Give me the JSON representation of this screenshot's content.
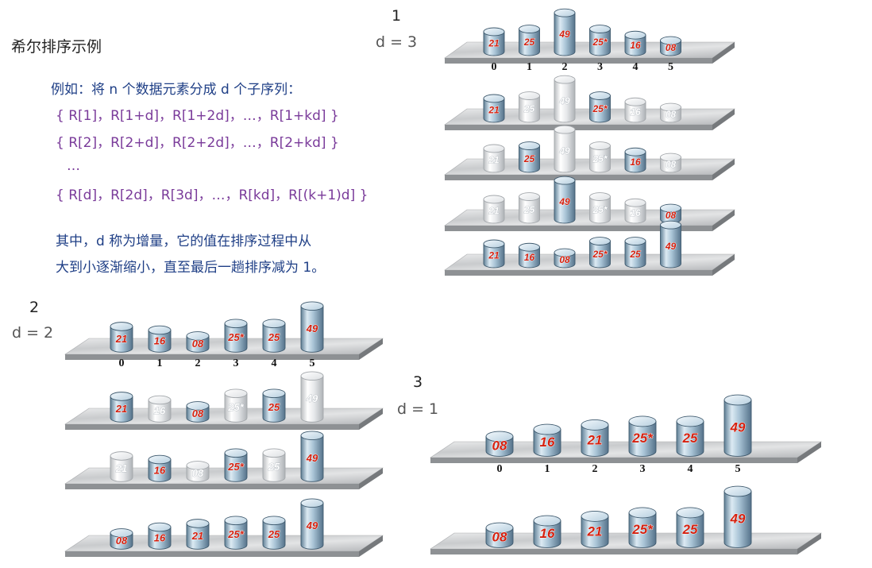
{
  "title": "希尔排序示例",
  "explain": {
    "line1": "例如：将 n 个数据元素分成 d 个子序列：",
    "seq1": "{ R[1]，R[1+d]，R[1+2d]，…，R[1+kd] }",
    "seq2": "{ R[2]，R[2+d]，R[2+2d]，…，R[2+kd] }",
    "dots": "…",
    "seqd": "{ R[d]，R[2d]，R[3d]，…，R[kd]，R[(k+1)d] }",
    "note1": "其中，d 称为增量，它的值在排序过程中从",
    "note2": "大到小逐渐缩小，直至最后一趟排序减为 1。"
  },
  "steps": [
    {
      "num": "1",
      "d_label": "d = 3",
      "indices": [
        "0",
        "1",
        "2",
        "3",
        "4",
        "5"
      ],
      "rows": [
        {
          "values": [
            "21",
            "25",
            "49",
            "25*",
            "16",
            "08"
          ],
          "highlight": [
            0,
            1,
            2,
            3,
            4,
            5
          ]
        },
        {
          "values": [
            "21",
            "25",
            "49",
            "25*",
            "16",
            "08"
          ],
          "highlight": [
            0,
            3
          ]
        },
        {
          "values": [
            "21",
            "25",
            "49",
            "25*",
            "16",
            "08"
          ],
          "highlight": [
            1,
            4
          ]
        },
        {
          "values": [
            "21",
            "25",
            "49",
            "25*",
            "16",
            "08"
          ],
          "highlight": [
            2,
            5
          ]
        },
        {
          "values": [
            "21",
            "16",
            "08",
            "25*",
            "25",
            "49"
          ],
          "highlight": [
            0,
            1,
            2,
            3,
            4,
            5
          ]
        }
      ]
    },
    {
      "num": "2",
      "d_label": "d = 2",
      "indices": [
        "0",
        "1",
        "2",
        "3",
        "4",
        "5"
      ],
      "rows": [
        {
          "values": [
            "21",
            "16",
            "08",
            "25*",
            "25",
            "49"
          ],
          "highlight": [
            0,
            1,
            2,
            3,
            4,
            5
          ]
        },
        {
          "values": [
            "21",
            "16",
            "08",
            "25*",
            "25",
            "49"
          ],
          "highlight": [
            0,
            2,
            4
          ]
        },
        {
          "values": [
            "21",
            "16",
            "08",
            "25*",
            "25",
            "49"
          ],
          "highlight": [
            1,
            3,
            5
          ]
        },
        {
          "values": [
            "08",
            "16",
            "21",
            "25*",
            "25",
            "49"
          ],
          "highlight": [
            0,
            1,
            2,
            3,
            4,
            5
          ]
        }
      ]
    },
    {
      "num": "3",
      "d_label": "d = 1",
      "indices": [
        "0",
        "1",
        "2",
        "3",
        "4",
        "5"
      ],
      "rows": [
        {
          "values": [
            "08",
            "16",
            "21",
            "25*",
            "25",
            "49"
          ],
          "highlight": [
            0,
            1,
            2,
            3,
            4,
            5
          ]
        },
        {
          "values": [
            "08",
            "16",
            "21",
            "25*",
            "25",
            "49"
          ],
          "highlight": [
            0,
            1,
            2,
            3,
            4,
            5
          ]
        }
      ]
    }
  ]
}
